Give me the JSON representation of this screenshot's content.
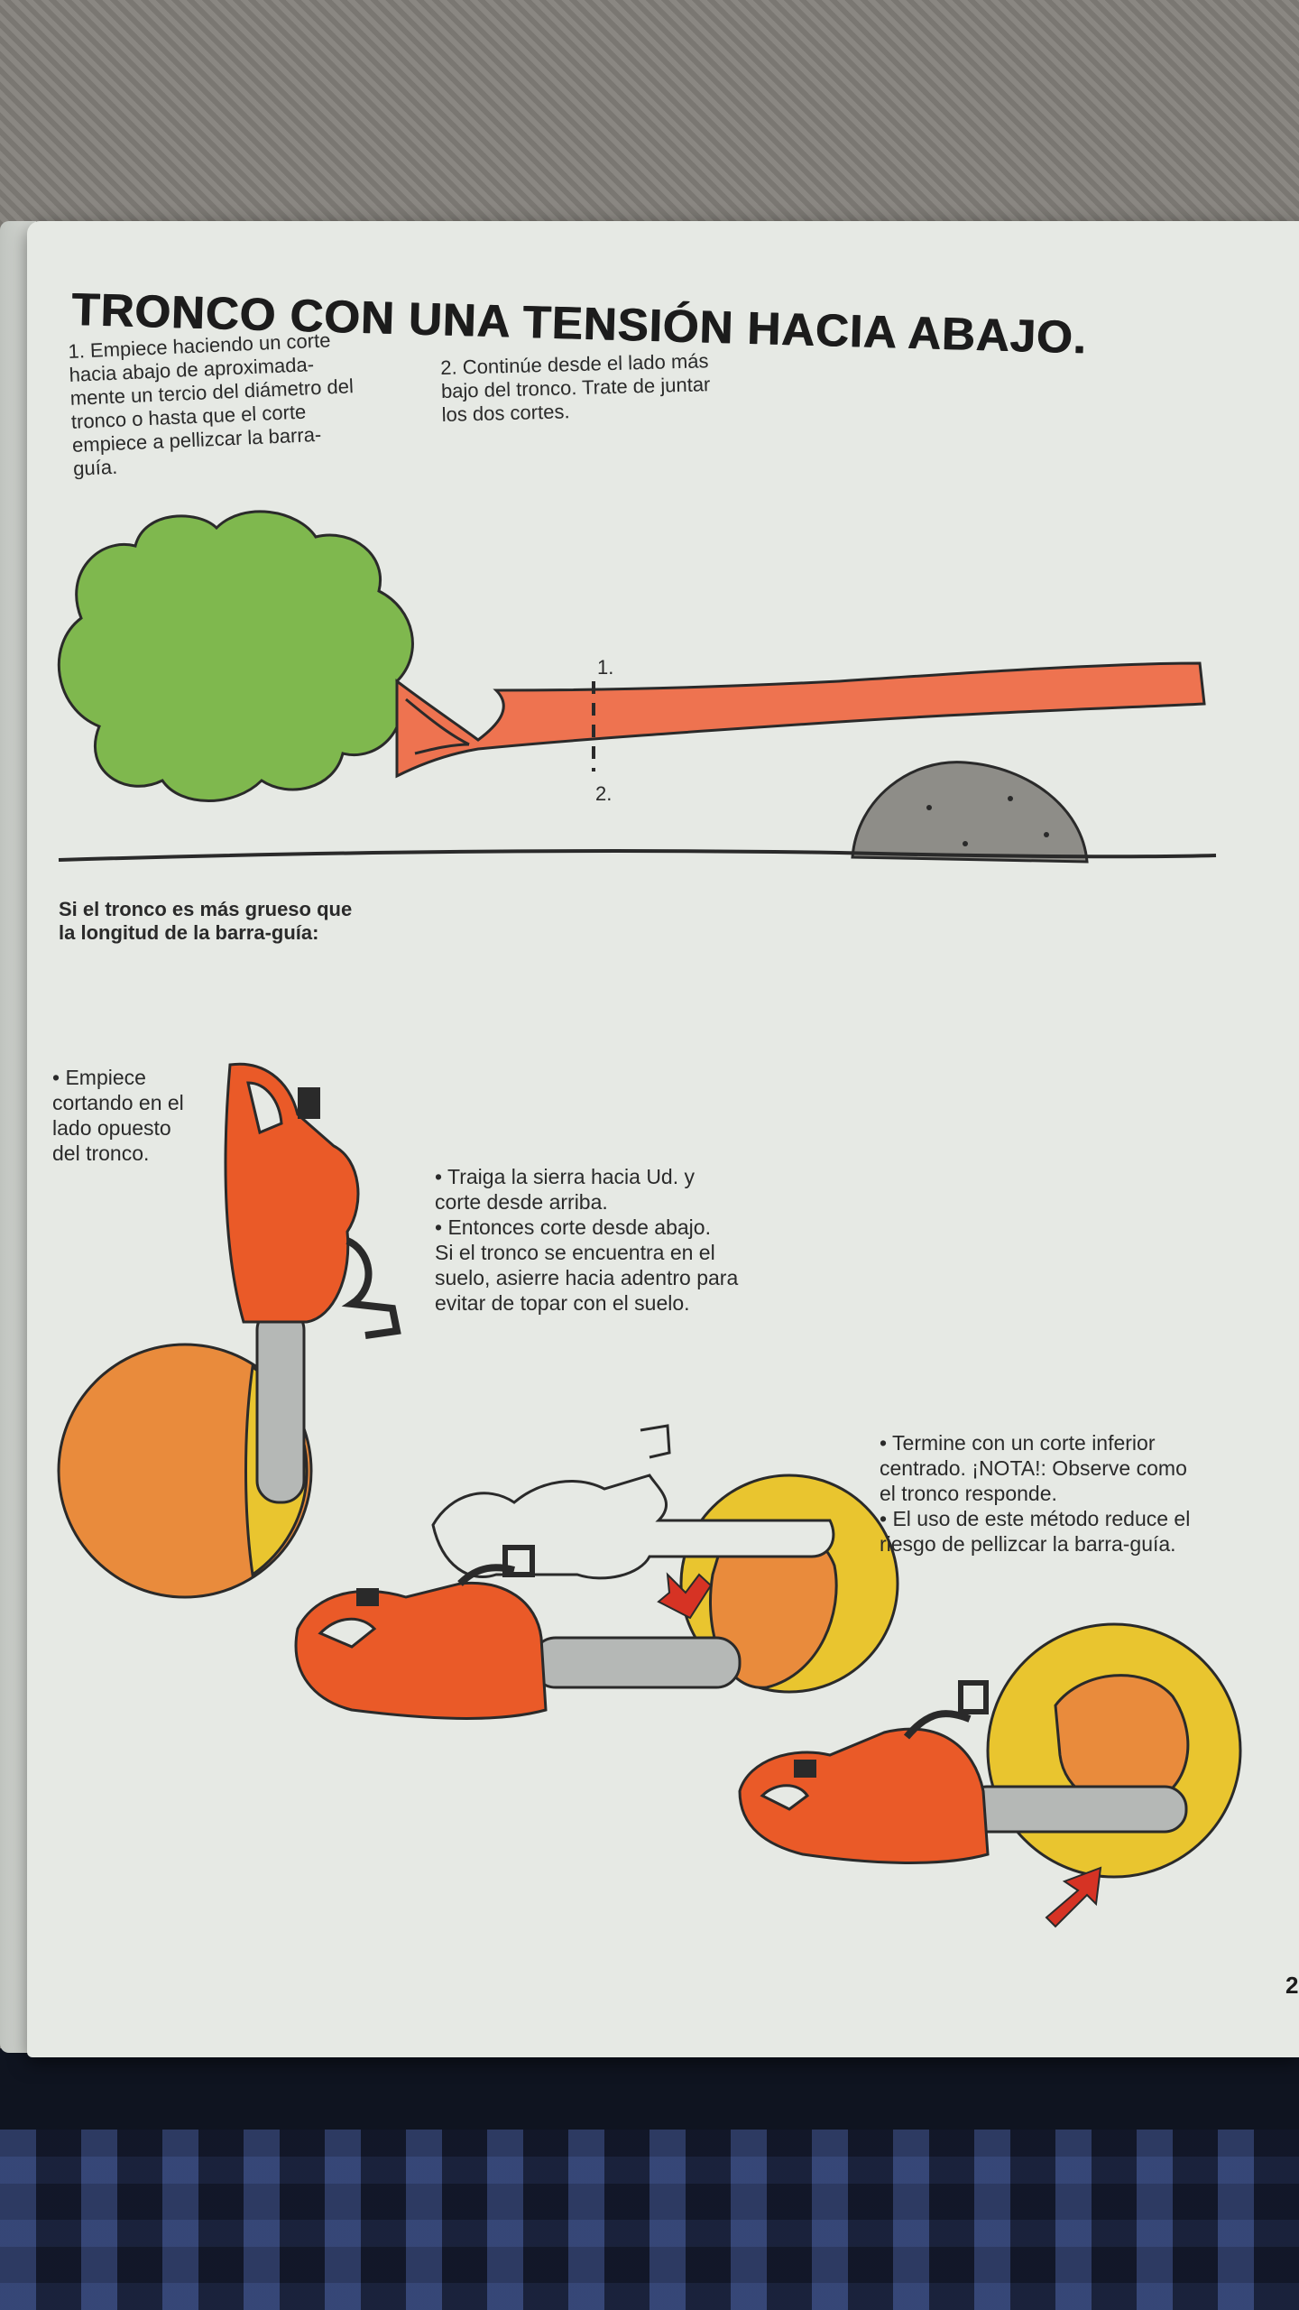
{
  "title": "TRONCO CON UNA TENSIÓN HACIA ABAJO.",
  "steps": {
    "step1": "1. Empiece haciendo un corte\nhacia abajo de aproximada-\nmente un tercio del diámetro del\ntronco o hasta que el corte\nempiece a pellizcar la barra-\nguía.",
    "step2": "2. Continúe desde el lado más\nbajo del tronco. Trate de juntar\nlos dos cortes."
  },
  "diagram_labels": {
    "cut1": "1.",
    "cut2": "2."
  },
  "subtitle": "Si el tronco es más grueso que\nla longitud de la barra-guía:",
  "bullets": {
    "b1": "• Empiece\ncortando en el\nlado opuesto\ndel tronco.",
    "b2": "• Traiga la sierra hacia Ud. y\ncorte desde arriba.\n• Entonces corte desde abajo.\nSi el tronco se encuentra en el\nsuelo, asierre hacia adentro para\nevitar de topar con el suelo.",
    "b3": "• Termine con un corte inferior\ncentrado. ¡NOTA!: Observe como\nel tronco responde.\n• El uso de este método reduce el\nriesgo de pellizcar la barra-guía."
  },
  "page_number": "2",
  "colors": {
    "tree_foliage": "#7fb84e",
    "trunk": "#ee7350",
    "rock": "#8e8d88",
    "log_outer": "#e9c52f",
    "log_inner": "#e98b3c",
    "saw_body": "#ea5a28",
    "saw_bar": "#b5b8b6",
    "arrow": "#d63324"
  },
  "icons": [
    "tree-icon",
    "rock-icon",
    "chainsaw-icon",
    "log-icon",
    "arrow-icon"
  ]
}
